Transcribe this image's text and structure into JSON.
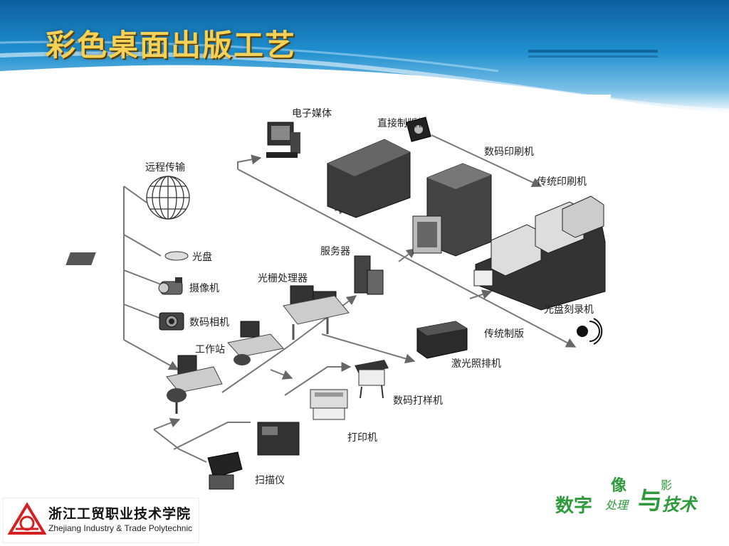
{
  "slide": {
    "title": "彩色桌面出版工艺"
  },
  "diagram": {
    "labels": {
      "remote": "远程传输",
      "cd": "光盘",
      "camcorder": "摄像机",
      "digital_camera": "数码相机",
      "workstation": "工作站",
      "rip": "光栅处理器",
      "server": "服务器",
      "e_media": "电子媒体",
      "ctp": "直接制版机",
      "digital_press": "数码印刷机",
      "offset_press": "传统印刷机",
      "cd_burner": "光盘刻录机",
      "traditional_plate": "传统制版",
      "imagesetter": "激光照排机",
      "proofer": "数码打样机",
      "printer": "打印机",
      "scanner": "扫描仪"
    }
  },
  "footer": {
    "school_cn": "浙江工贸职业技术学院",
    "school_en": "Zhejiang Industry & Trade Polytechnic",
    "brand_a": "数字",
    "brand_b": "像",
    "brand_c": "处理",
    "brand_d": "与",
    "brand_e": "技术",
    "brand_f": "影",
    "accent_colors": {
      "title": "#f3d257",
      "brand_green": "#2e9a3a",
      "header_blue": "#1d86c4"
    }
  }
}
